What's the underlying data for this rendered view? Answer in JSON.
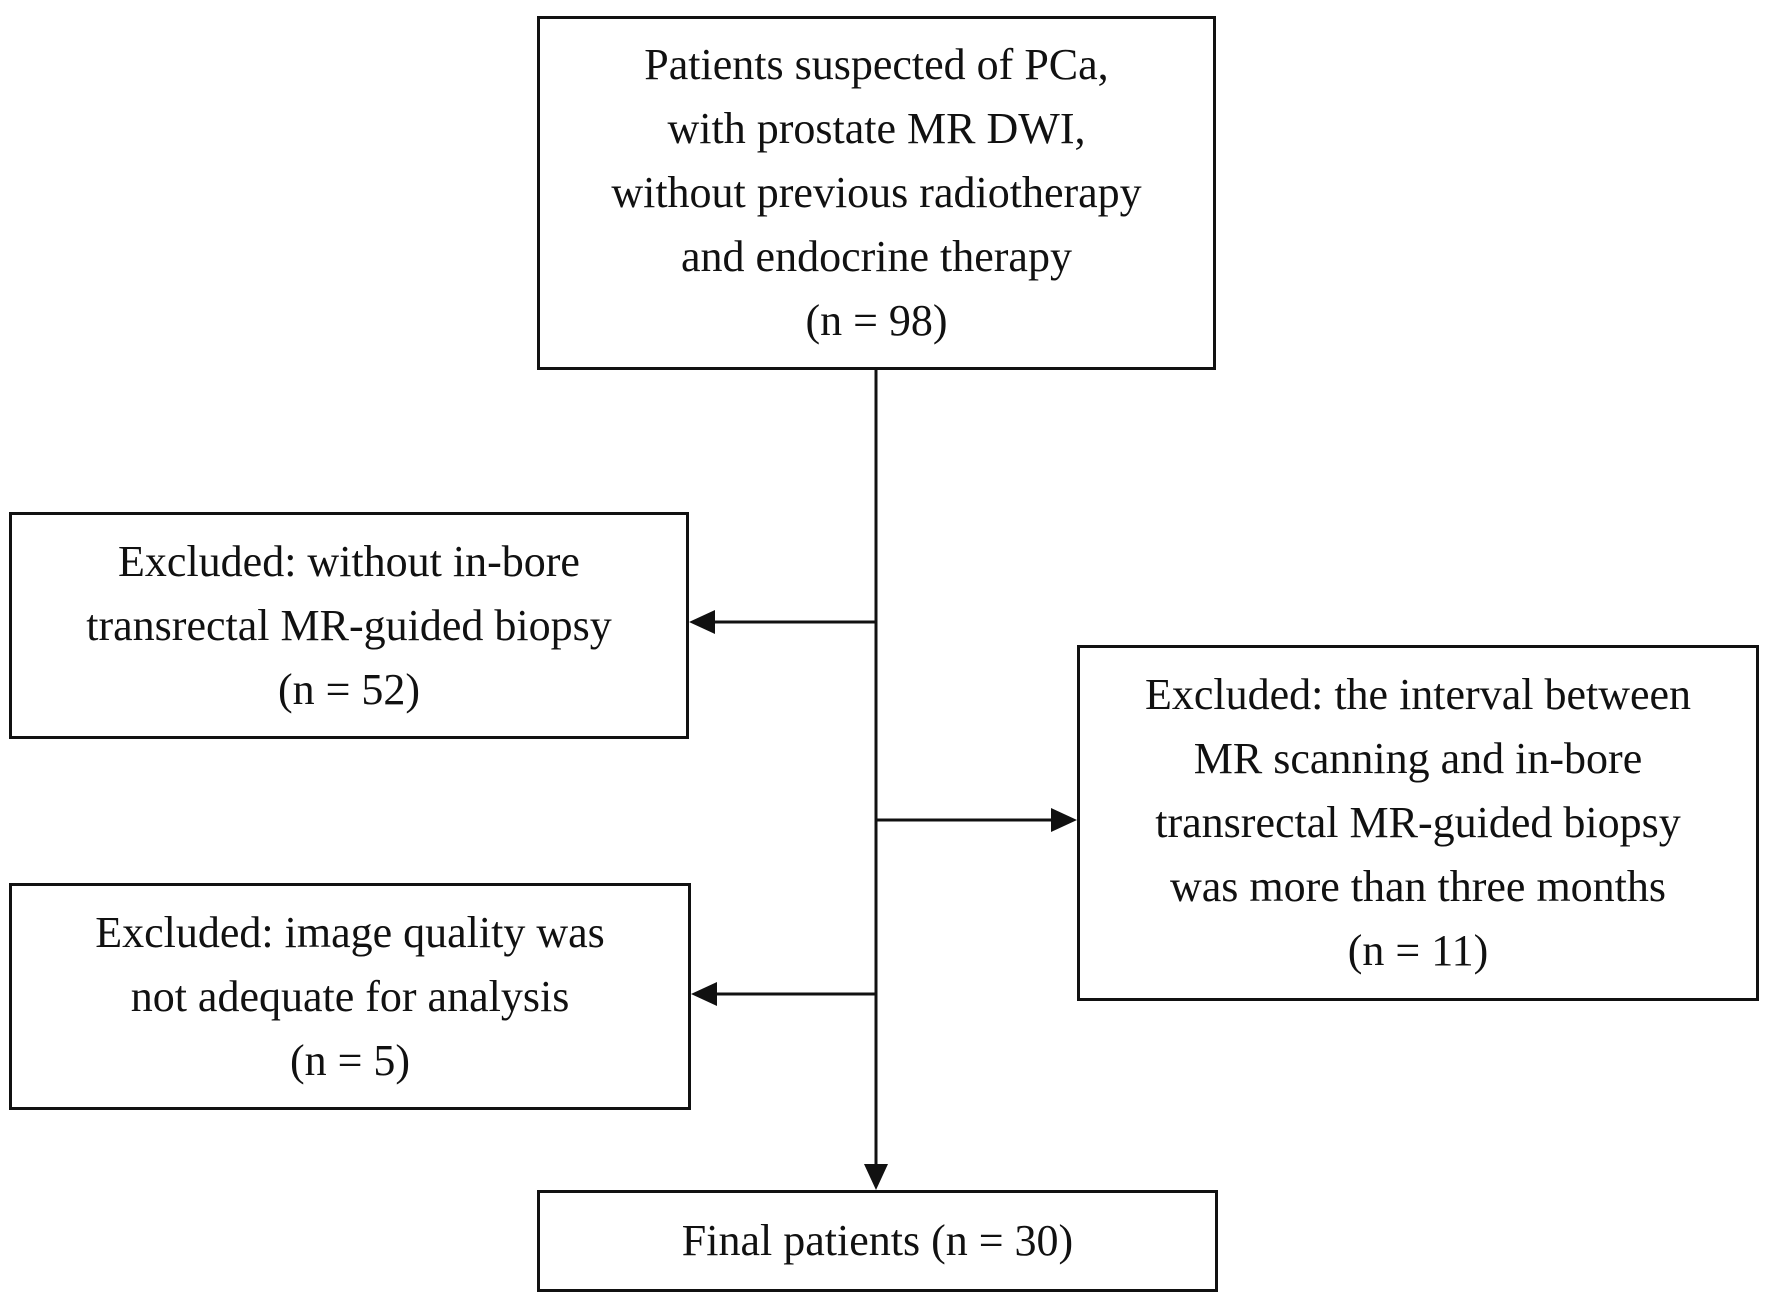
{
  "flowchart": {
    "top_box": {
      "lines": [
        "Patients suspected of PCa,",
        "with prostate MR DWI,",
        "without previous radiotherapy",
        "and endocrine therapy",
        "(n = 98)"
      ]
    },
    "exclusion_1": {
      "lines": [
        "Excluded: without in-bore",
        "transrectal MR-guided biopsy",
        "(n = 52)"
      ]
    },
    "exclusion_2": {
      "lines": [
        "Excluded: the interval between",
        "MR scanning and in-bore",
        "transrectal MR-guided biopsy",
        "was more than three months",
        "(n = 11)"
      ]
    },
    "exclusion_3": {
      "lines": [
        "Excluded: image quality was",
        "not adequate for analysis",
        "(n = 5)"
      ]
    },
    "final_box": {
      "lines": [
        "Final patients (n = 30)"
      ]
    }
  }
}
